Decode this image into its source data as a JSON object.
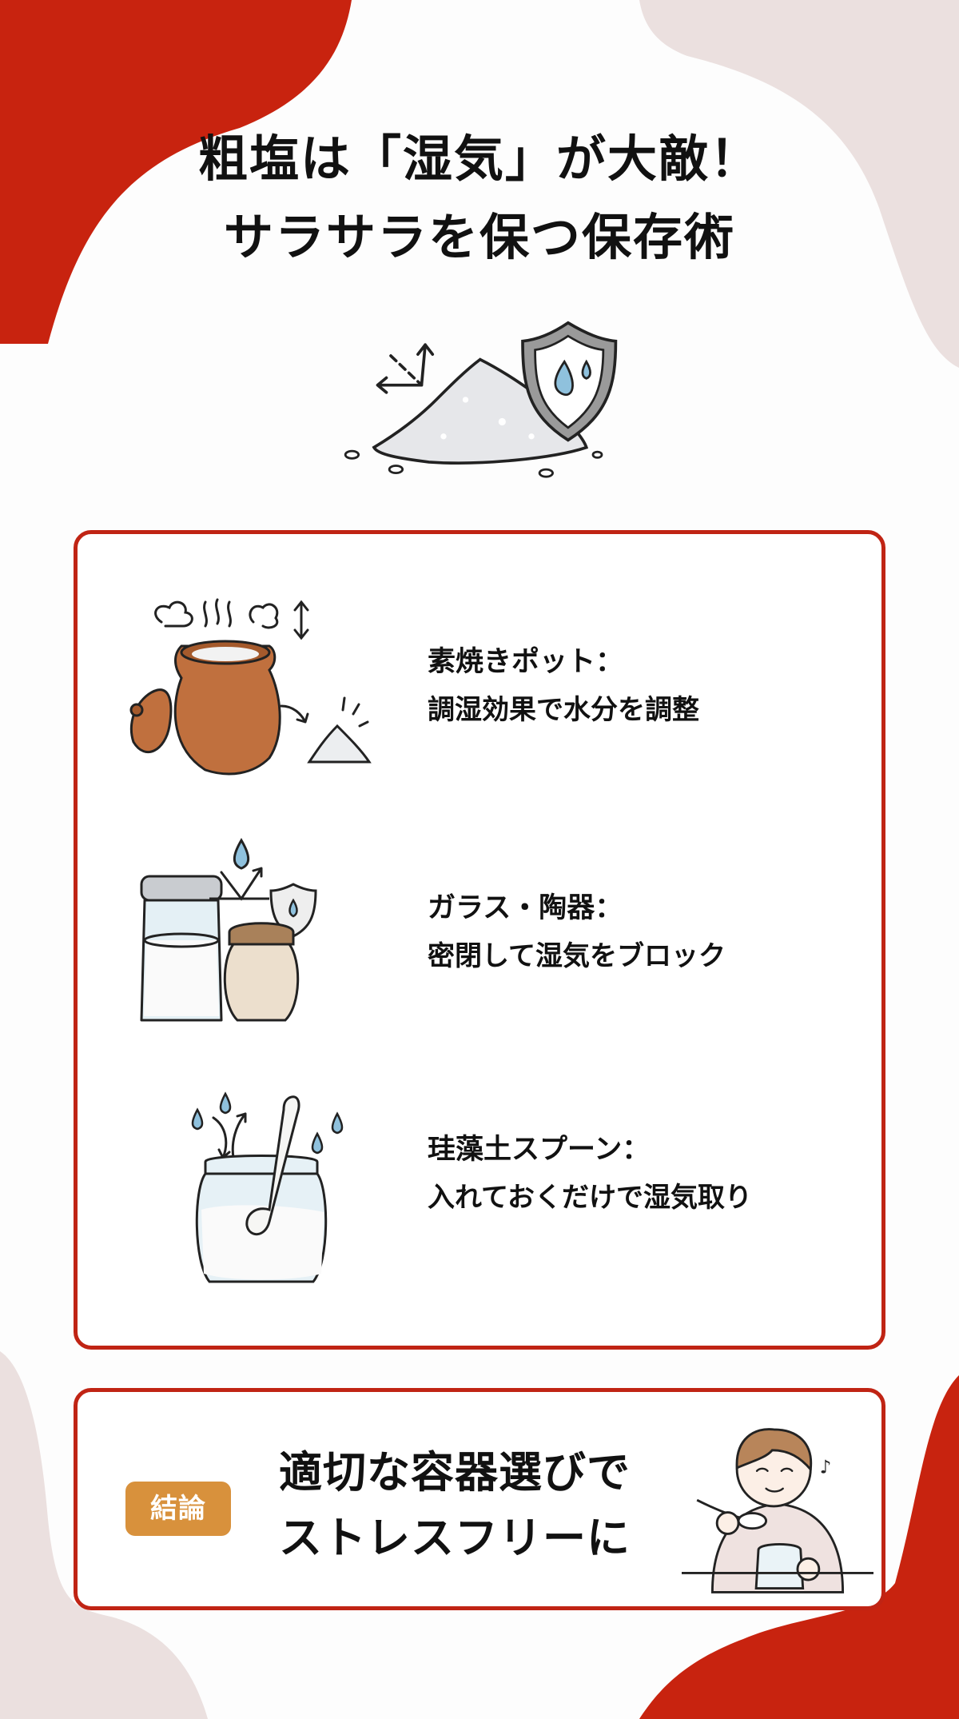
{
  "title": {
    "line1": "粗塩は「湿気」が大敵！",
    "line2": "サラサラを保つ保存術"
  },
  "hero": {
    "icon": "salt-pile-with-shield-icon"
  },
  "methods": [
    {
      "label": "素焼きポット：",
      "description": "調湿効果で水分を調整",
      "icon": "clay-pot-icon"
    },
    {
      "label": "ガラス・陶器：",
      "description": "密閉して湿気をブロック",
      "icon": "glass-ceramic-jar-icon"
    },
    {
      "label": "珪藻土スプーン：",
      "description": "入れておくだけで湿気取り",
      "icon": "diatomaceous-spoon-jar-icon"
    }
  ],
  "conclusion": {
    "badge": "結論",
    "line1": "適切な容器選びで",
    "line2": "ストレスフリーに",
    "icon": "happy-person-icon"
  },
  "colors": {
    "accent_red": "#c8230f",
    "soft_pink": "#ebe0df",
    "card_border": "#c02414",
    "badge": "#d8913c",
    "water_blue": "#8fc1dd",
    "clay": "#c0703e"
  }
}
